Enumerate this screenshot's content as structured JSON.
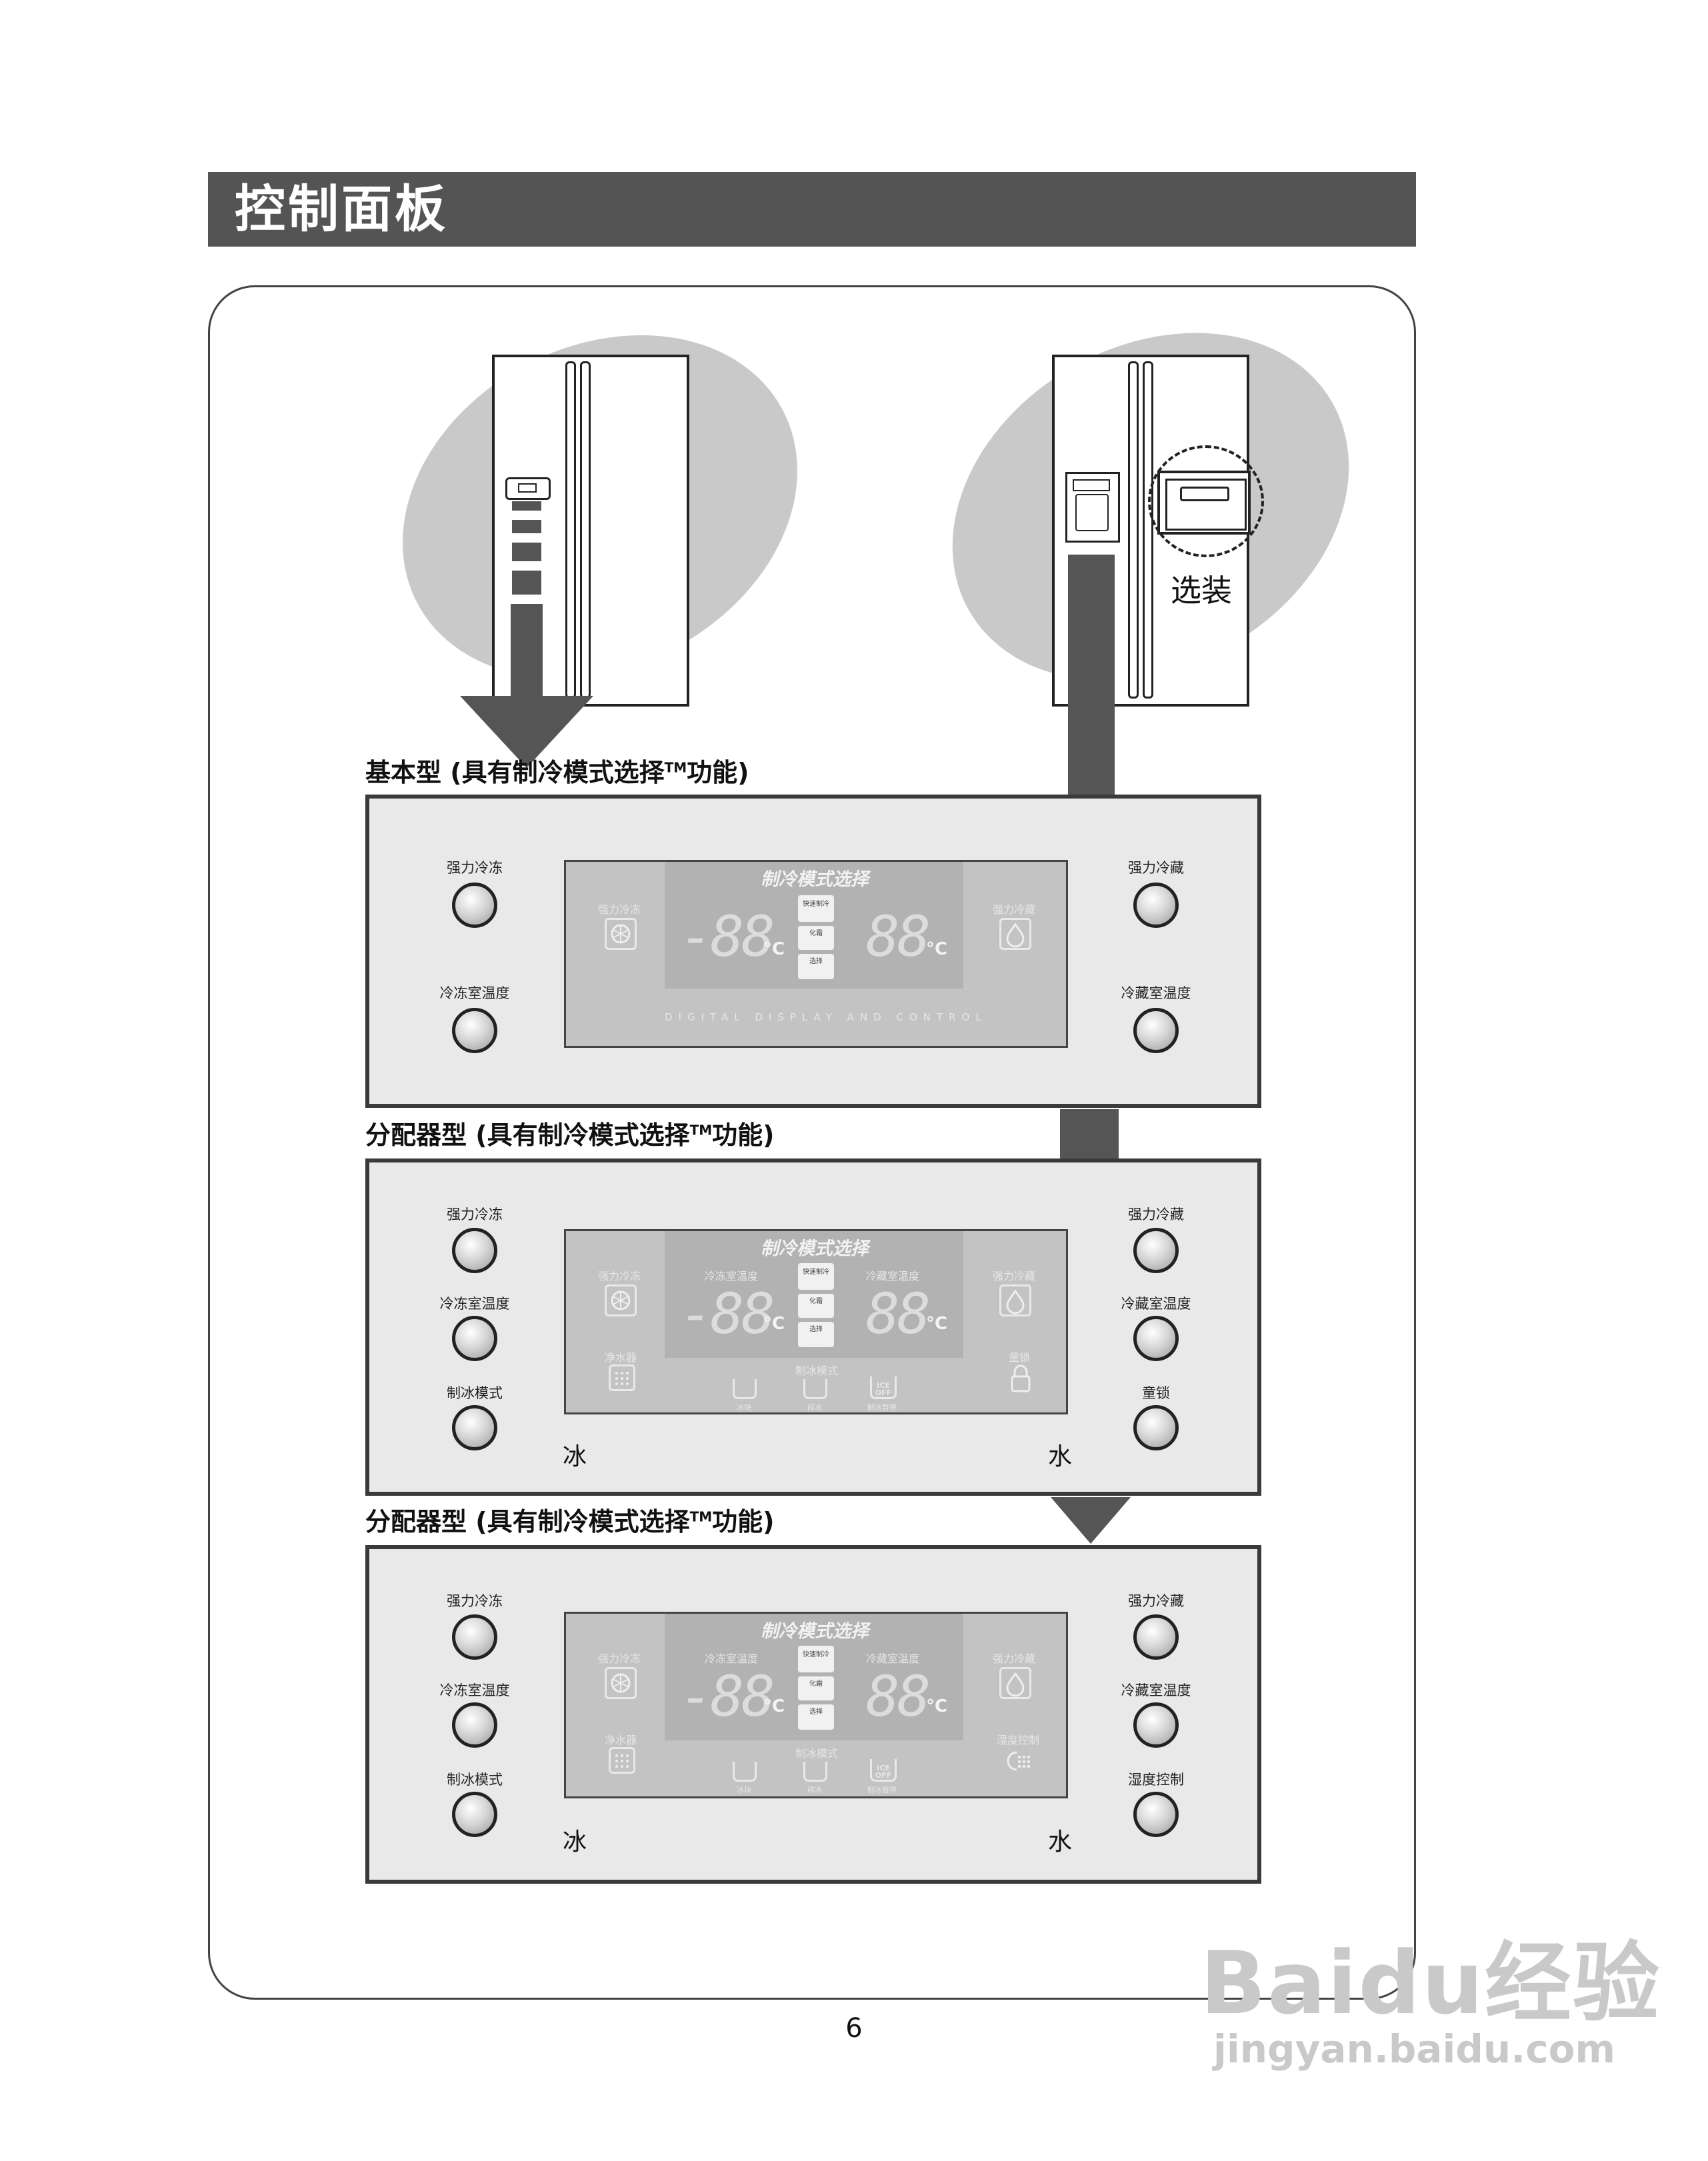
{
  "header": {
    "title": "控制面板"
  },
  "illustrations": {
    "optional_label": "选装"
  },
  "sections": [
    {
      "label": "基本型 (具有制冷模式选择",
      "tm": "TM",
      "label_suffix": "功能)",
      "buttons_left": [
        "强力冷冻",
        "冷冻室温度"
      ],
      "buttons_right": [
        "强力冷藏",
        "冷藏室温度"
      ],
      "display": {
        "title": "制冷模式选择",
        "left_icon_label": "强力冷冻",
        "right_icon_label": "强力冷藏",
        "left_temp": "-88",
        "right_temp": "88",
        "unit": "°C",
        "modes": [
          "快速制冷",
          "化霜",
          "选择"
        ],
        "bottom_text": "DIGITAL DISPLAY AND CONTROL"
      }
    },
    {
      "label": "分配器型 (具有制冷模式选择",
      "tm": "TM",
      "label_suffix": "功能)",
      "buttons_left": [
        "强力冷冻",
        "冷冻室温度",
        "制冰模式"
      ],
      "buttons_right": [
        "强力冷藏",
        "冷藏室温度",
        "童锁"
      ],
      "captions": {
        "left": "冰",
        "right": "水"
      },
      "display": {
        "title": "制冷模式选择",
        "left_icon_label": "强力冷冻",
        "right_icon_label": "强力冷藏",
        "left_temp_label": "冷冻室温度",
        "right_temp_label": "冷藏室温度",
        "left_temp": "-88",
        "right_temp": "88",
        "unit": "°C",
        "modes": [
          "快速制冷",
          "化霜",
          "选择"
        ],
        "filter_label": "净水器",
        "ice_mode_label": "制冰模式",
        "ice_modes": [
          "冰块",
          "碎冰",
          "制冰暂停"
        ],
        "ice_off_text": "ICE OFF",
        "extra_label": "童锁"
      }
    },
    {
      "label": "分配器型 (具有制冷模式选择",
      "tm": "TM",
      "label_suffix": "功能)",
      "buttons_left": [
        "强力冷冻",
        "冷冻室温度",
        "制冰模式"
      ],
      "buttons_right": [
        "强力冷藏",
        "冷藏室温度",
        "湿度控制"
      ],
      "captions": {
        "left": "冰",
        "right": "水"
      },
      "display": {
        "title": "制冷模式选择",
        "left_icon_label": "强力冷冻",
        "right_icon_label": "强力冷藏",
        "left_temp_label": "冷冻室温度",
        "right_temp_label": "冷藏室温度",
        "left_temp": "-88",
        "right_temp": "88",
        "unit": "°C",
        "modes": [
          "快速制冷",
          "化霜",
          "选择"
        ],
        "filter_label": "净水器",
        "ice_mode_label": "制冰模式",
        "ice_modes": [
          "冰块",
          "碎冰",
          "制冰暂停"
        ],
        "ice_off_text": "ICE OFF",
        "extra_label": "湿度控制"
      }
    }
  ],
  "footer": {
    "page_number": "6"
  },
  "watermark": {
    "logo": "Baidu经验",
    "url": "jingyan.baidu.com"
  }
}
